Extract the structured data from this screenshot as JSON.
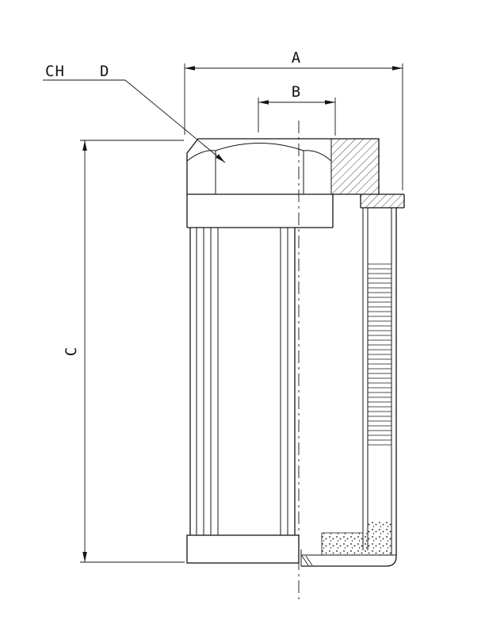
{
  "page": {
    "background": "#ffffff",
    "line_color": "#141414"
  },
  "drawing": {
    "kind": "technical-dimension-drawing",
    "labels": {
      "dim_a": "A",
      "dim_b": "B",
      "dim_c": "C",
      "callout_ch": "CH",
      "callout_d": "D"
    }
  }
}
